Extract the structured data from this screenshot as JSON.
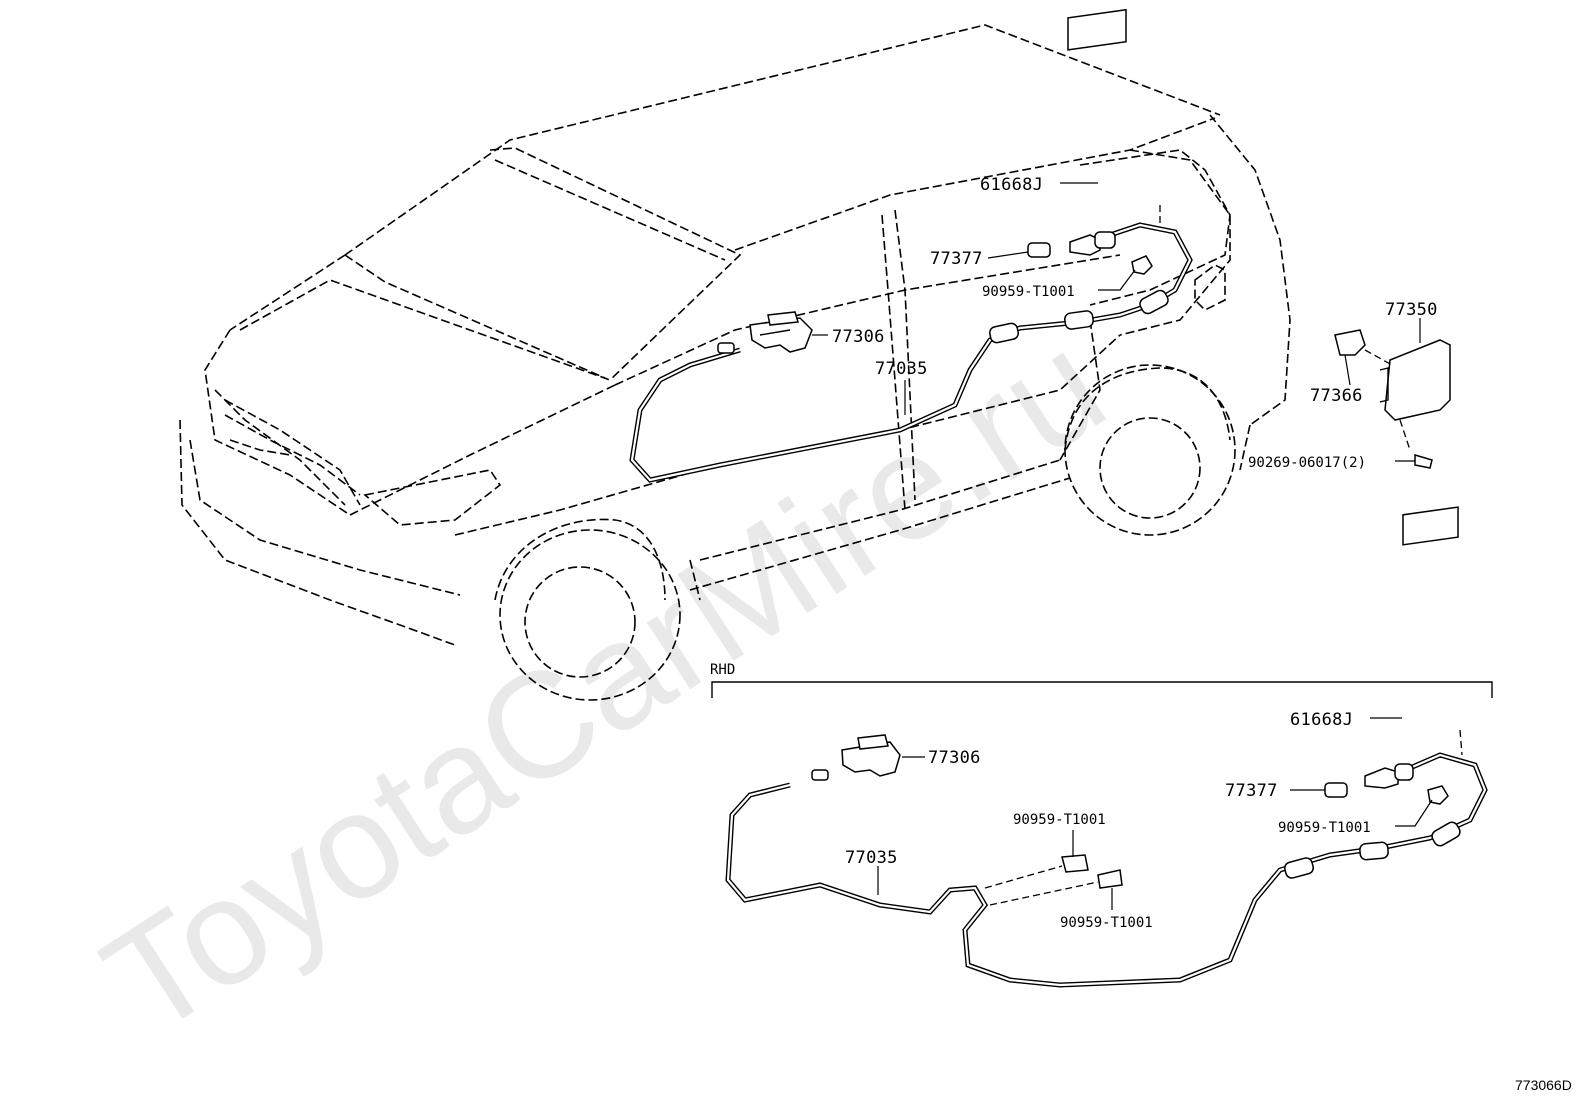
{
  "watermark": "ToyotaCarMire.ru",
  "figure_id": "773066D",
  "main_labels": {
    "label_61668j": "61668J",
    "label_77377": "77377",
    "label_90959": "90959-T1001",
    "label_77306": "77306",
    "label_77035": "77035",
    "label_77350": "77350",
    "label_77366": "77366",
    "label_90269": "90269-06017(2)"
  },
  "rhd": {
    "heading": "RHD",
    "label_61668j": "61668J",
    "label_77377": "77377",
    "label_90959_a": "90959-T1001",
    "label_77306": "77306",
    "label_90959_b": "90959-T1001",
    "label_77035": "77035",
    "label_90959_c": "90959-T1001"
  }
}
